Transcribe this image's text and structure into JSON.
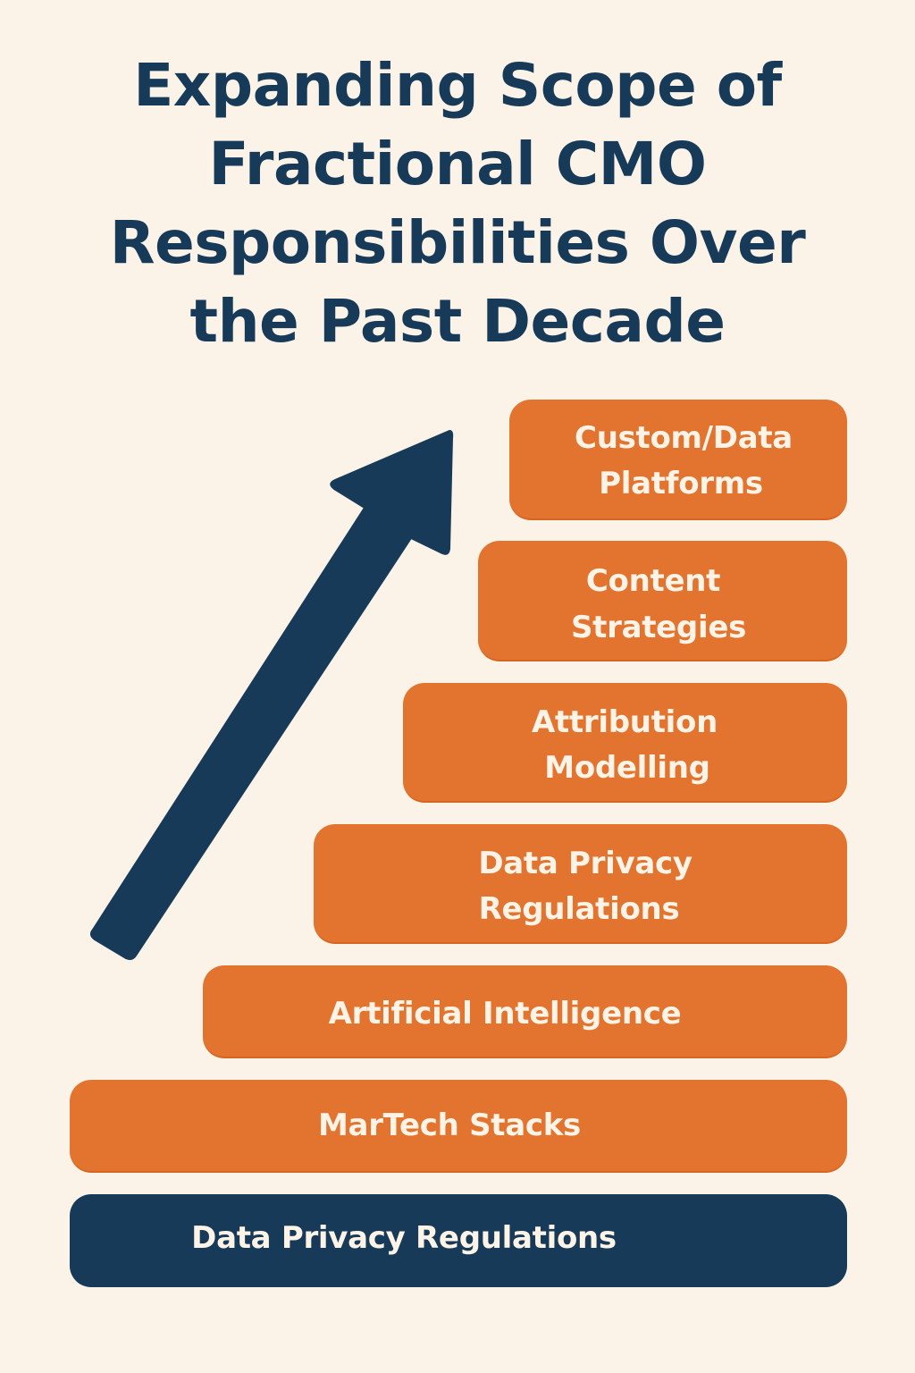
{
  "title": {
    "lines": [
      "Expanding Scope of",
      "Fractional CMO",
      "Responsibilities Over",
      "the Past Decade"
    ]
  },
  "colors": {
    "background": "#fbf3e7",
    "navy": "#173a58",
    "orange": "#e2742f",
    "box_text": "#fdf3e6"
  },
  "arrow": {
    "icon": "up-right-arrow-icon",
    "direction": "up-right",
    "color": "#173a58"
  },
  "steps": [
    {
      "level": 7,
      "lines": [
        "Custom/Data",
        "Platforms"
      ],
      "color": "orange"
    },
    {
      "level": 6,
      "lines": [
        "Content",
        "Strategies"
      ],
      "color": "orange"
    },
    {
      "level": 5,
      "lines": [
        "Attribution",
        "Modelling"
      ],
      "color": "orange"
    },
    {
      "level": 4,
      "lines": [
        "Data Privacy",
        "Regulations"
      ],
      "color": "orange"
    },
    {
      "level": 3,
      "lines": [
        "Artificial Intelligence"
      ],
      "color": "orange"
    },
    {
      "level": 2,
      "lines": [
        "MarTech Stacks"
      ],
      "color": "orange"
    },
    {
      "level": 1,
      "lines": [
        "Data Privacy Regulations"
      ],
      "color": "navy"
    }
  ]
}
